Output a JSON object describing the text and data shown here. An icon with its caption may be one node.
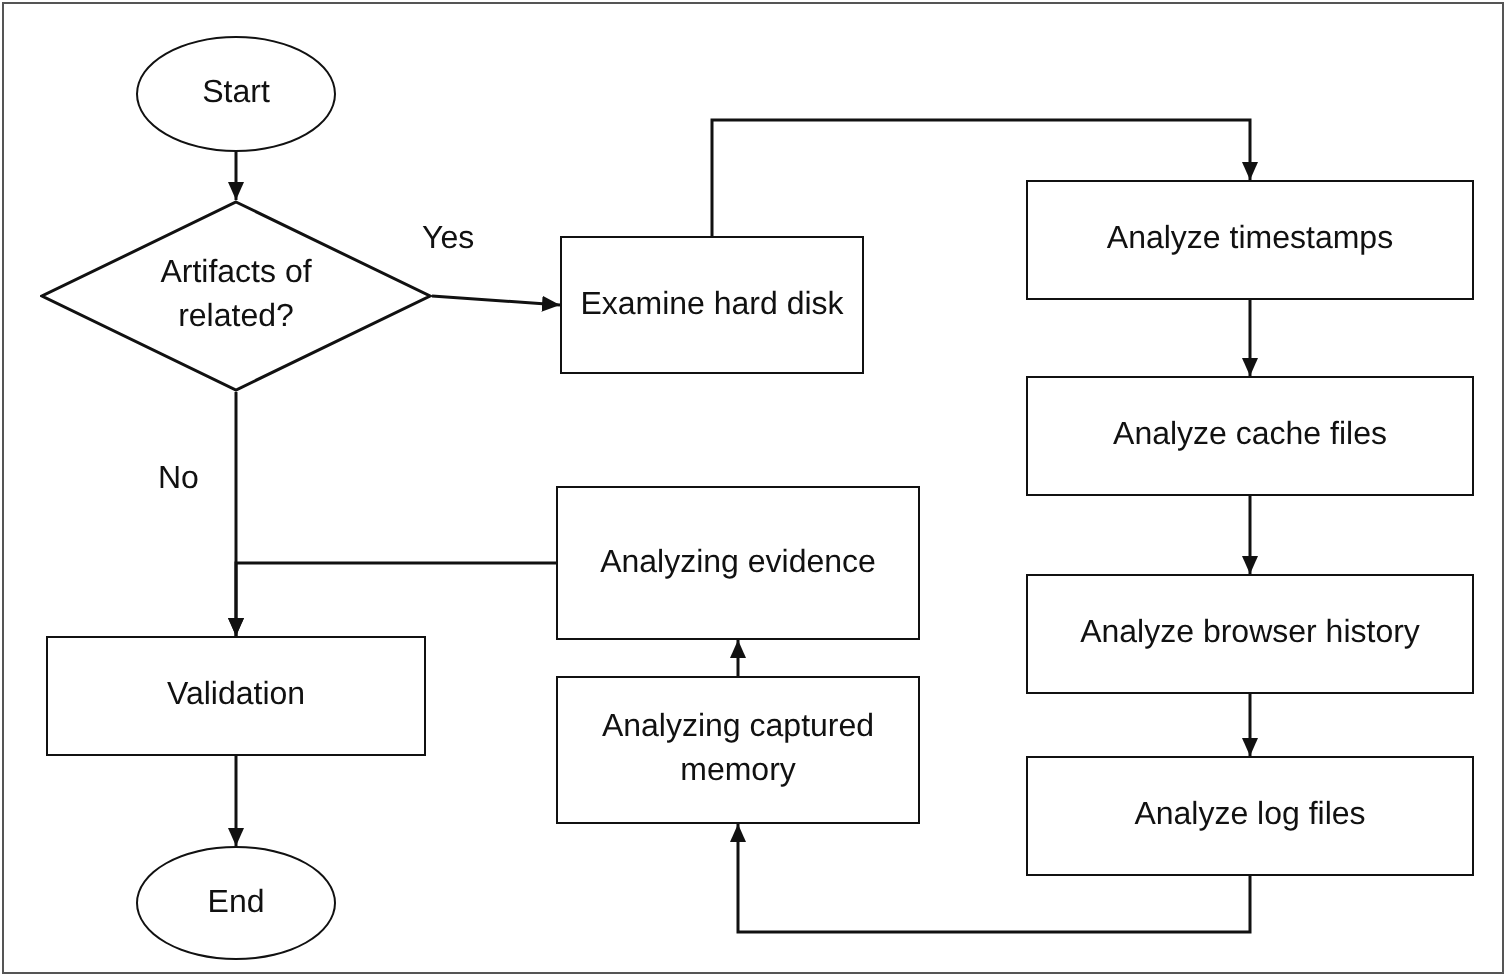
{
  "diagram": {
    "nodes": [
      {
        "text": [
          "Start"
        ]
      },
      {
        "text": [
          "Artifacts of related?"
        ]
      },
      {
        "text": [
          "Examine hard disk"
        ]
      },
      {
        "text": [
          "Analyze timestamps"
        ]
      },
      {
        "text": [
          "Analyze cache files"
        ]
      },
      {
        "text": [
          "Analyze browser history"
        ]
      },
      {
        "text": [
          "Analyze log files"
        ]
      },
      {
        "text": [
          "Analyzing evidence"
        ]
      },
      {
        "text": [
          "Analyzing captured memory"
        ]
      },
      {
        "text": [
          "Validation"
        ]
      },
      {
        "text": [
          "End"
        ]
      }
    ],
    "edges": [
      {
        "from": 0,
        "to": 1,
        "arrow": "to"
      },
      {
        "from": 1,
        "to": 2,
        "arrow": "to",
        "label": "Yes"
      },
      {
        "from": 1,
        "to": 9,
        "arrow": "to",
        "label": "No"
      },
      {
        "from": 2,
        "to": 3,
        "arrow": "to"
      },
      {
        "from": 3,
        "to": 4,
        "arrow": "to"
      },
      {
        "from": 4,
        "to": 5,
        "arrow": "to"
      },
      {
        "from": 5,
        "to": 6,
        "arrow": "to"
      },
      {
        "from": 6,
        "to": 8,
        "arrow": "to"
      },
      {
        "from": 8,
        "to": 7,
        "arrow": "to"
      },
      {
        "from": 7,
        "to": 9,
        "arrow": "to"
      },
      {
        "from": 9,
        "to": 10,
        "arrow": "to"
      }
    ]
  }
}
